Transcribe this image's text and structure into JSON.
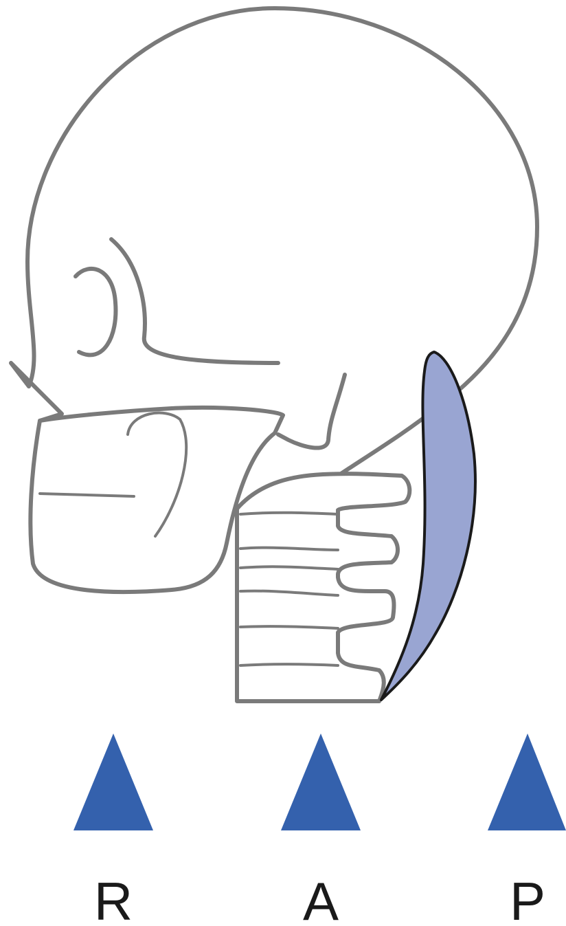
{
  "colors": {
    "outline": "#7a7a7a",
    "muscle_fill": "#99a5d2",
    "muscle_stroke": "#1a1a1a",
    "marker": "#3461ad",
    "label": "#1a1a1a"
  },
  "views": [
    {
      "label": "R"
    },
    {
      "label": "A"
    },
    {
      "label": "P"
    }
  ]
}
